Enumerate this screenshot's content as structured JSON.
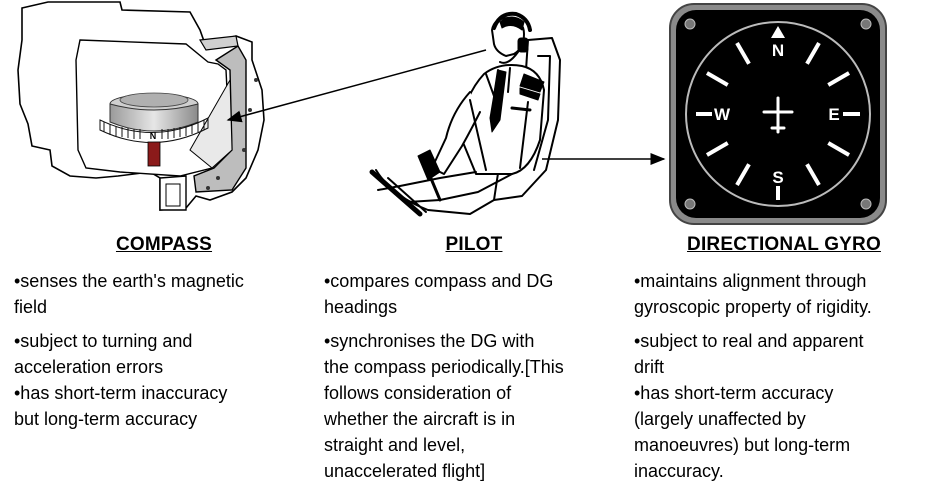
{
  "columns": {
    "compass": {
      "heading": "COMPASS",
      "bullets": [
        "•senses the earth's magnetic\nfield",
        "•subject to turning and\nacceleration errors",
        "•has short-term inaccuracy\nbut long-term accuracy"
      ]
    },
    "pilot": {
      "heading": "PILOT",
      "bullets": [
        "•compares compass and DG\nheadings",
        "•synchronises the DG with\nthe compass periodically.[This\nfollows consideration of\nwhether the aircraft is in\nstraight and level,\nunaccelerated flight]"
      ]
    },
    "gyro": {
      "heading": "DIRECTIONAL GYRO",
      "bullets": [
        "•maintains alignment through\ngyroscopic property of rigidity.",
        "•subject to real and apparent\ndrift",
        "•has short-term accuracy\n(largely unaffected by\nmanoeuvres) but long-term\ninaccuracy."
      ]
    }
  },
  "illustrations": {
    "compass_card_letter": "N",
    "dial_letters": {
      "n": "N",
      "e": "E",
      "s": "S",
      "w": "W"
    }
  },
  "colors": {
    "text": "#000000",
    "gyro_bezel": "#8a8a8a",
    "gyro_face": "#000000",
    "compass_pivot": "#8b1a1a",
    "compass_housing_shade": "#bdbdbd"
  }
}
